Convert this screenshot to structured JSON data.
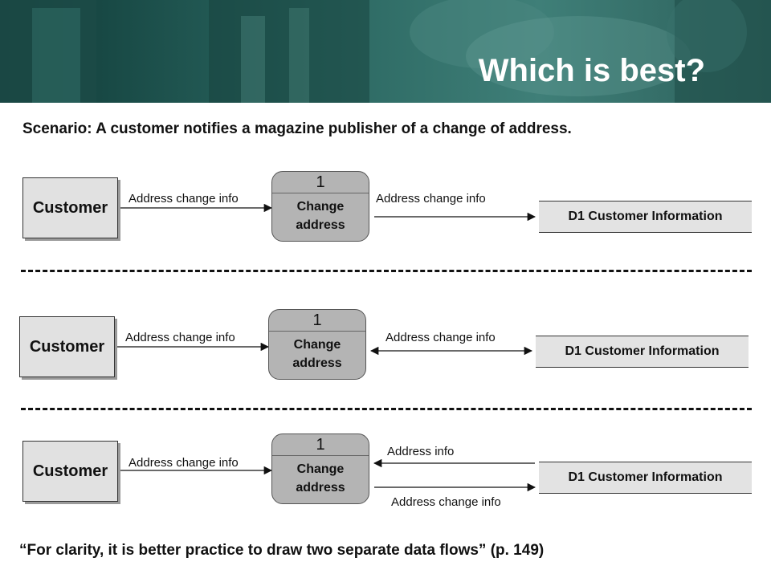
{
  "title": "Which is best?",
  "scenario": "Scenario:  A customer notifies a magazine publisher of a change of address.",
  "footer": "“For clarity, it is better practice to draw two separate data flows”  (p. 149)",
  "diagrams": [
    {
      "entity": "Customer",
      "process": {
        "number": "1",
        "name_line1": "Change",
        "name_line2": "address"
      },
      "store": "D1 Customer Information",
      "flow_in": "Address change info",
      "flow_out": "Address change info"
    },
    {
      "entity": "Customer",
      "process": {
        "number": "1",
        "name_line1": "Change",
        "name_line2": "address"
      },
      "store": "D1 Customer Information",
      "flow_in": "Address change info",
      "flow_out": "Address change info"
    },
    {
      "entity": "Customer",
      "process": {
        "number": "1",
        "name_line1": "Change",
        "name_line2": "address"
      },
      "store": "D1 Customer Information",
      "flow_in": "Address change info",
      "flow_from_store": "Address info",
      "flow_to_store": "Address change info"
    }
  ]
}
